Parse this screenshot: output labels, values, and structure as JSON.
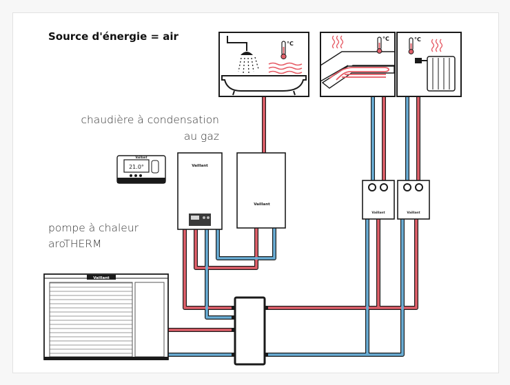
{
  "title": "Source d'énergie = air",
  "labels": {
    "gas_boiler_line1": "chaudière à condensation",
    "gas_boiler_line2": "au gaz",
    "heat_pump_line1": "pompe à chaleur",
    "heat_pump_line2": "aroTHERM"
  },
  "controller": {
    "brand": "Vaillant",
    "display": "21.0°"
  },
  "units": {
    "celsius": "°C"
  },
  "brand": {
    "boiler": "Vaillant",
    "tank": "Vaillant",
    "pump": "Vaillant",
    "station": "Vaillant"
  },
  "colors": {
    "hot_pipe": "#e0606a",
    "cold_pipe": "#6aaed6",
    "outline": "#1a1a1a",
    "heat_wave": "#e65a64"
  }
}
